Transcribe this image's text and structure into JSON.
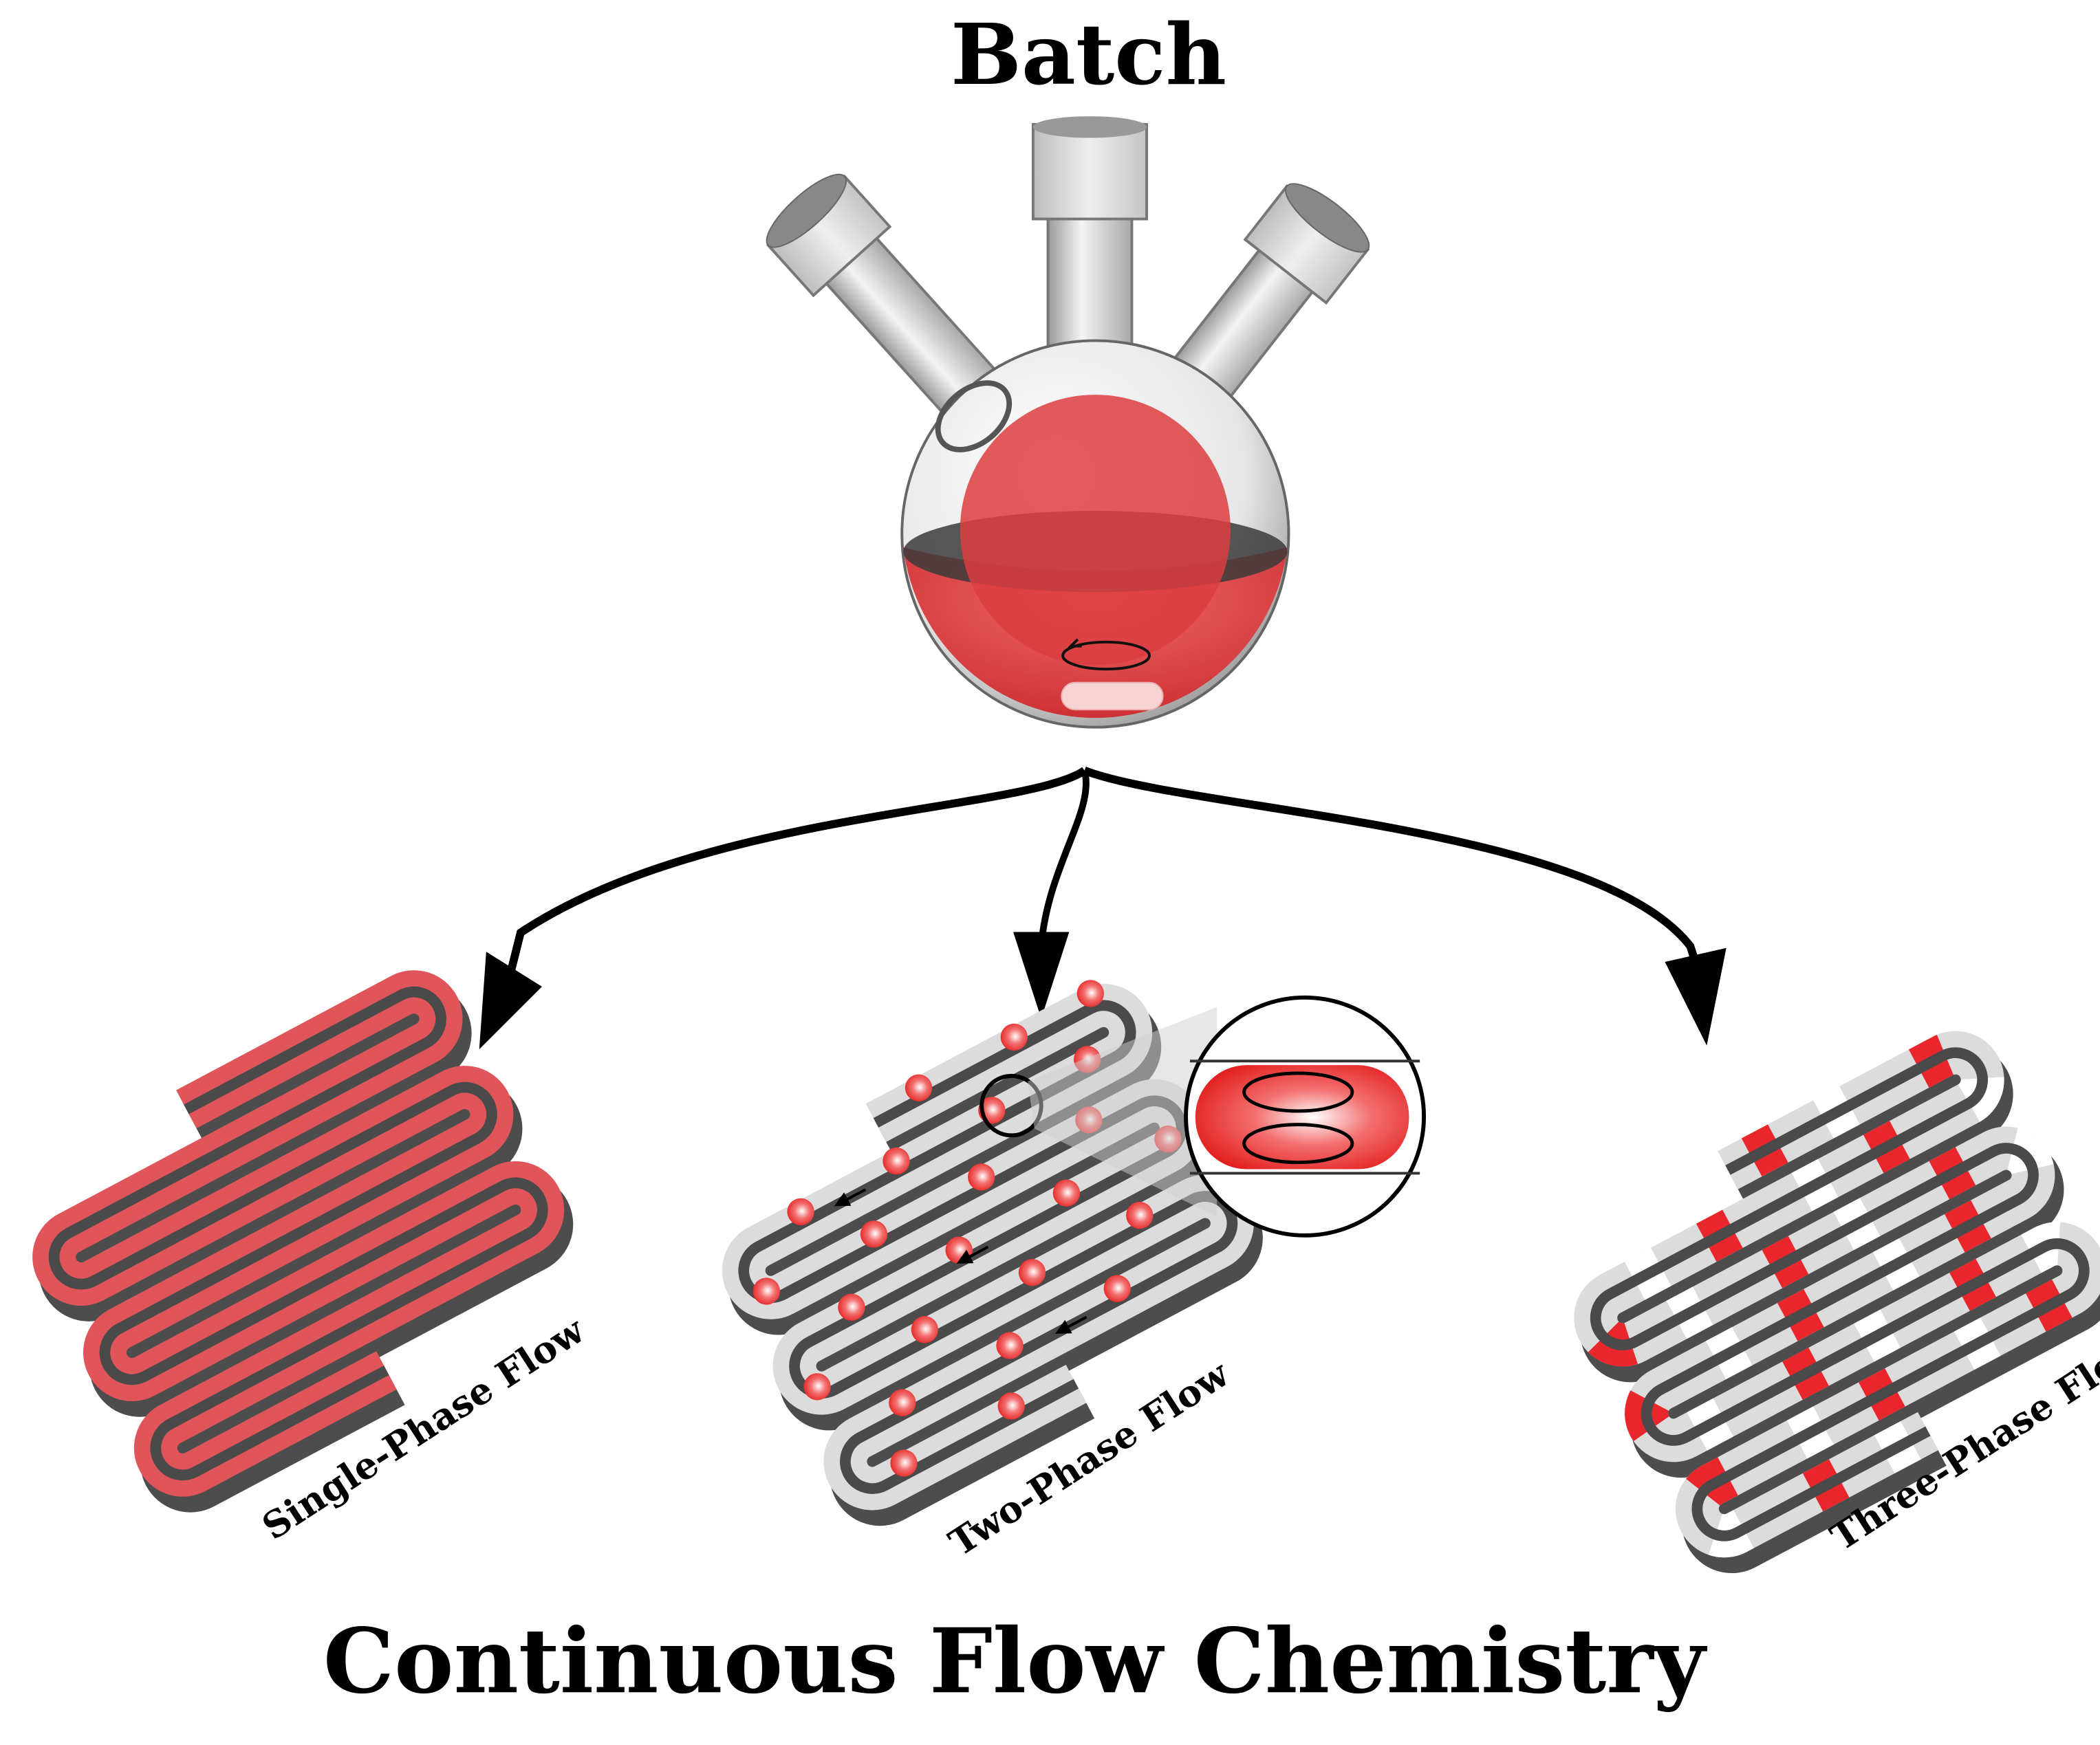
{
  "header": {
    "title": "Batch"
  },
  "footer": {
    "title": "Continuous Flow Chemistry"
  },
  "reactors": [
    {
      "label": "Single-Phase Flow"
    },
    {
      "label": "Two-Phase Flow"
    },
    {
      "label": "Three-Phase Flow"
    }
  ],
  "colors": {
    "liquid": "#e8262b",
    "channel": "#d7d7d7",
    "shadow": "#555555",
    "single_phase": "#e05559"
  }
}
